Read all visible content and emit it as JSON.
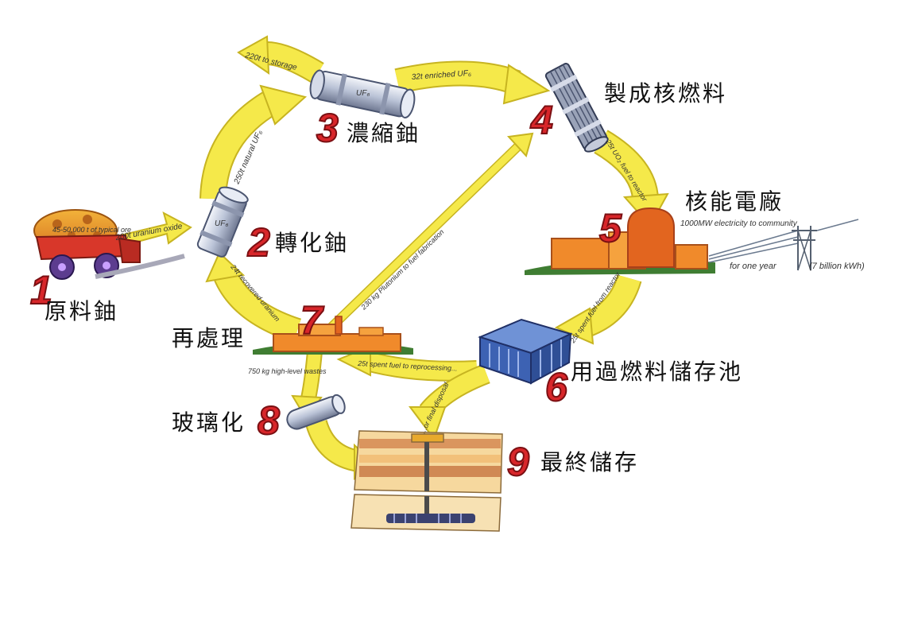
{
  "colors": {
    "arrow": "#f5e94a",
    "arrow_edge": "#c7b421",
    "number": "#d8262a",
    "building": "#f08a2b",
    "grass": "#3f7d32",
    "pool": "#3d62b3"
  },
  "steps": [
    {
      "num": "1",
      "label": "原料鈾"
    },
    {
      "num": "2",
      "label": "轉化鈾"
    },
    {
      "num": "3",
      "label": "濃縮鈾"
    },
    {
      "num": "4",
      "label": "製成核燃料"
    },
    {
      "num": "5",
      "label": "核能電廠"
    },
    {
      "num": "6",
      "label": "用過燃料儲存池"
    },
    {
      "num": "7",
      "label": "再處理"
    },
    {
      "num": "8",
      "label": "玻璃化"
    },
    {
      "num": "9",
      "label": "最終儲存"
    }
  ],
  "arrows": {
    "ore_to_conv": "200t uranium oxide",
    "conv_to_enrich": "250t natural UF₆",
    "to_storage": "220t to storage",
    "enrich_to_fab": "32t enriched UF₆",
    "fab_to_reactor": "25t UO₂ fuel to reactor",
    "reactor_to_pool": "25t spent fuel from reactor",
    "pool_to_reproc": "25t spent fuel to reprocessing...",
    "final_disposal": "...or final disposal",
    "reproc_to_conv": "24t recovered uranium",
    "plutonium": "230 kg Plutonium to fuel fabrication"
  },
  "notes": {
    "ore": "45-50,000 t of typical ore",
    "conv_cyl": "UF₆",
    "enrich_cyl": "UF₆",
    "electricity": "1000MW electricity to community",
    "one_year": "for one year",
    "kwh": "(7 billion kWh)",
    "wastes": "750 kg high-level wastes"
  }
}
